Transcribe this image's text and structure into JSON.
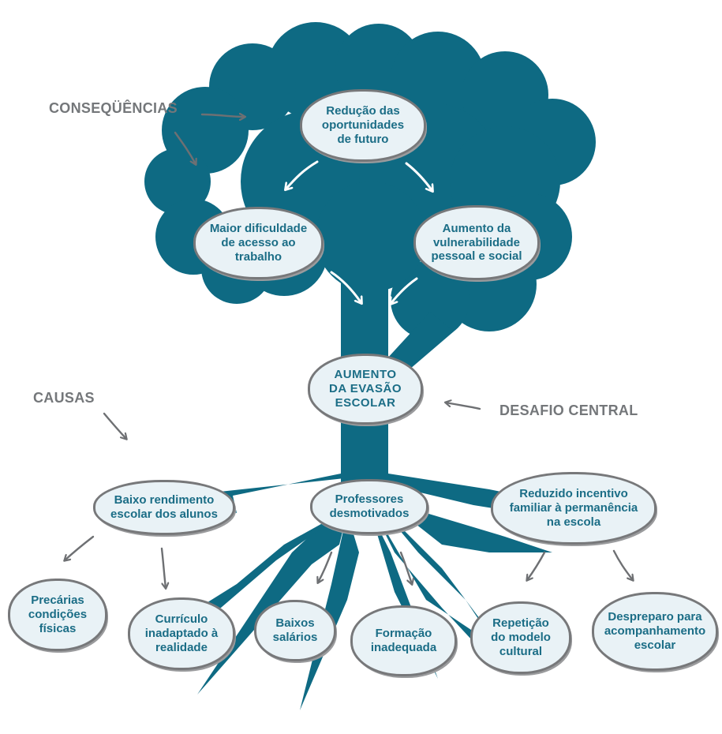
{
  "labels": {
    "consequences": "CONSEQÜÊNCIAS",
    "causes": "CAUSAS",
    "central_challenge": "DESAFIO CENTRAL"
  },
  "consequences": {
    "top": "Redução das\noportunidades\nde futuro",
    "left": "Maior dificuldade\nde acesso ao\ntrabalho",
    "right": "Aumento da\nvulnerabilidade\npessoal e social"
  },
  "central": "AUMENTO\nDA EVASÃO\nESCOLAR",
  "causes": {
    "low_performance": "Baixo rendimento\nescolar dos alunos",
    "teachers": "Professores\ndesmotivados",
    "family": "Reduzido incentivo\nfamiliar à permanência\nna escola"
  },
  "sub_causes": {
    "physical": "Precárias\ncondições\nfísicas",
    "curriculum": "Currículo\ninadaptado à\nrealidade",
    "salaries": "Baixos\nsalários",
    "training": "Formação\ninadequada",
    "repetition": "Repetição\ndo modelo\ncultural",
    "unprepared": "Despreparo para\nacompanhamento\nescolar"
  },
  "colors": {
    "tree": "#0e6a83",
    "bubble_fill": "#e9f2f6",
    "bubble_border": "#77787a",
    "bubble_text": "#1b6d86",
    "label_text": "#74777a",
    "arrow": "#6e7073"
  }
}
